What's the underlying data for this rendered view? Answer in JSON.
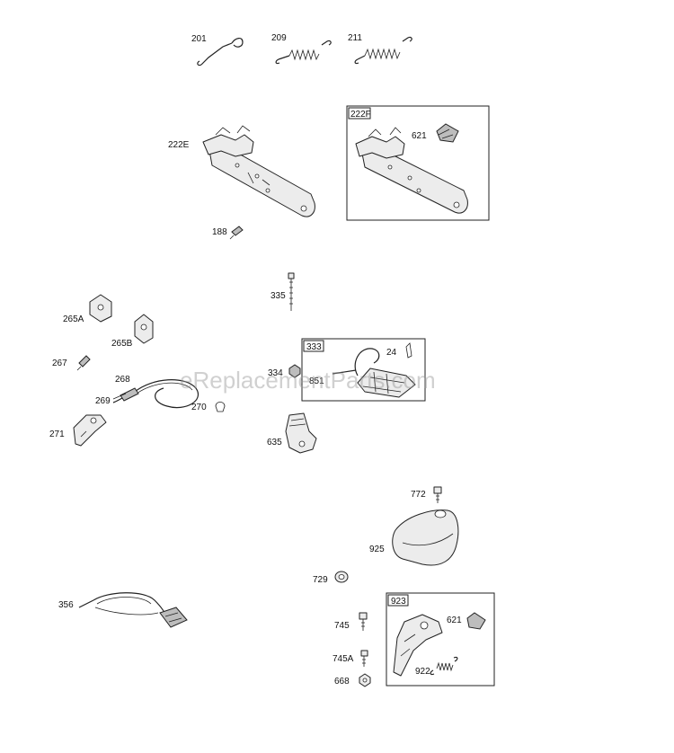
{
  "watermark": "eReplacementParts.com",
  "labels": {
    "p201": "201",
    "p209": "209",
    "p211": "211",
    "p222e": "222E",
    "p222f": "222F",
    "p621a": "621",
    "p188": "188",
    "p335": "335",
    "p265a": "265A",
    "p265b": "265B",
    "p267": "267",
    "p268": "268",
    "p269": "269",
    "p270": "270",
    "p271": "271",
    "p333": "333",
    "p24": "24",
    "p334": "334",
    "p851": "851",
    "p635": "635",
    "p772": "772",
    "p925": "925",
    "p729": "729",
    "p356": "356",
    "p923": "923",
    "p745": "745",
    "p621b": "621",
    "p745a": "745A",
    "p922": "922",
    "p668": "668"
  }
}
